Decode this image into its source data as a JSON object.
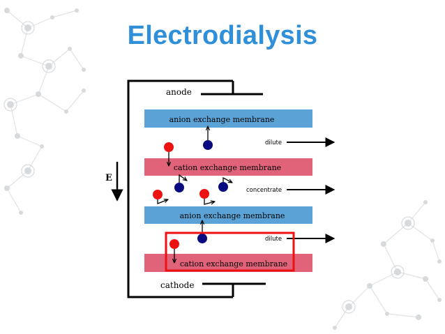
{
  "slide": {
    "title": "Electrodialysis"
  },
  "diagram": {
    "electrodes": {
      "anode": "anode",
      "cathode": "cathode"
    },
    "field_label": "E",
    "membranes": [
      {
        "label": "anion exchange membrane",
        "type": "anion"
      },
      {
        "label": "cation exchange membrane",
        "type": "cation"
      },
      {
        "label": "anion exchange membrane",
        "type": "anion"
      },
      {
        "label": "cation exchange membrane",
        "type": "cation"
      }
    ],
    "streams": [
      {
        "label": "dilute"
      },
      {
        "label": "concentrate"
      },
      {
        "label": "dilute"
      }
    ],
    "colors": {
      "title": "#2f8fd8",
      "anion_membrane": "#5ba3d6",
      "cation_membrane": "#e0637a",
      "cation_ion": "#ee1111",
      "anion_ion": "#0a0a80",
      "highlight": "#ee1111",
      "network_decor": "#d9dde0"
    }
  }
}
